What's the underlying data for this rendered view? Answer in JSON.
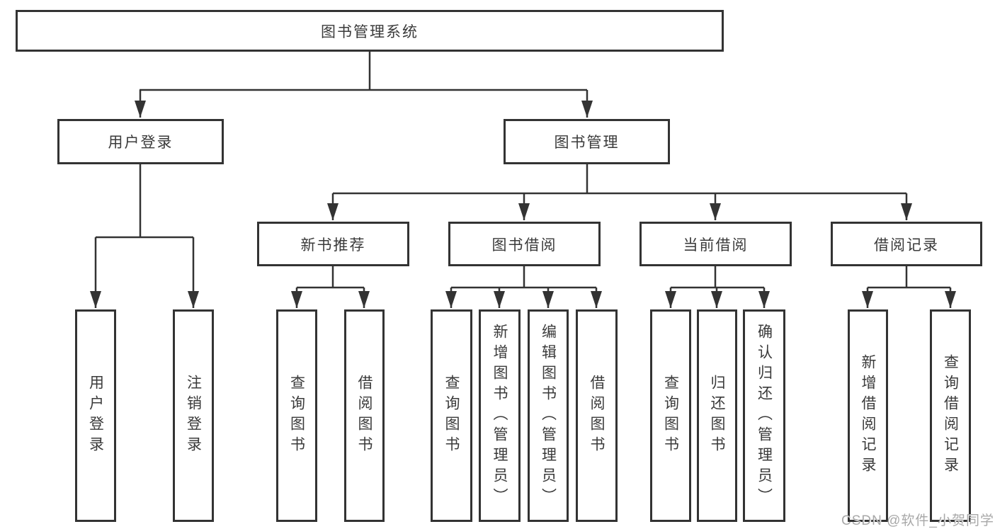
{
  "diagram": {
    "type": "hierarchy",
    "colors": {
      "line": "#333333",
      "border": "#333333",
      "text": "#3a3a3a",
      "background": "#ffffff",
      "watermark": "#a8a8a8"
    },
    "tree": {
      "label": "图书管理系统",
      "children": [
        {
          "label": "用户登录",
          "children": [
            {
              "label": "用户登录"
            },
            {
              "label": "注销登录"
            }
          ]
        },
        {
          "label": "图书管理",
          "children": [
            {
              "label": "新书推荐",
              "children": [
                {
                  "label": "查询图书"
                },
                {
                  "label": "借阅图书"
                }
              ]
            },
            {
              "label": "图书借阅",
              "children": [
                {
                  "label": "查询图书"
                },
                {
                  "label": "新增图书（管理员）"
                },
                {
                  "label": "编辑图书（管理员）"
                },
                {
                  "label": "借阅图书"
                }
              ]
            },
            {
              "label": "当前借阅",
              "children": [
                {
                  "label": "查询图书"
                },
                {
                  "label": "归还图书"
                },
                {
                  "label": "确认归还（管理员）"
                }
              ]
            },
            {
              "label": "借阅记录",
              "children": [
                {
                  "label": "新增借阅记录"
                },
                {
                  "label": "查询借阅记录"
                }
              ]
            }
          ]
        }
      ]
    },
    "watermark": "CSDN @软件_小贺同学"
  }
}
